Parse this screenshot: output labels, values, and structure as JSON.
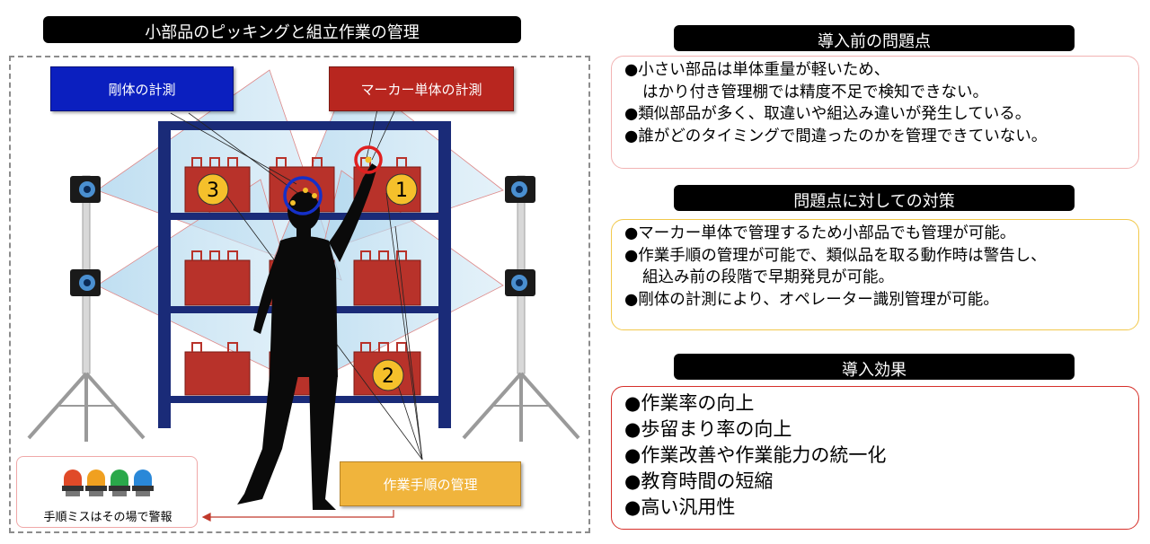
{
  "diagram": {
    "title": "小部品のピッキングと組立作業の管理",
    "rigid_body_label": "剛体の計測",
    "single_marker_label": "マーカー単体の計測",
    "procedure_label": "作業手順の管理",
    "alarm_label": "手順ミスはその場で警報",
    "badges": [
      "1",
      "2",
      "3"
    ],
    "colors": {
      "navy": "#1a2b78",
      "blue_callout": "#0b1fbf",
      "red_callout": "#b8261f",
      "orange_callout": "#f0b43c",
      "bin": "#b8322a",
      "badge": "#f5c02b",
      "alert_red": "#e02020",
      "alert_blue": "#1530c8"
    }
  },
  "problems": {
    "title": "導入前の問題点",
    "lines": [
      "●小さい部品は単体重量が軽いため、",
      "はかり付き管理棚では精度不足で検知できない。",
      "●類似部品が多く、取違いや組込み違いが発生している。",
      "●誰がどのタイミングで間違ったのかを管理できていない。"
    ],
    "border_color": "#f2b3b3"
  },
  "countermeasures": {
    "title": "問題点に対しての対策",
    "lines": [
      "●マーカー単体で管理するため小部品でも管理が可能。",
      "●作業手順の管理が可能で、類似品を取る動作時は警告し、",
      "組込み前の段階で早期発見が可能。",
      "●剛体の計測により、オペレーター識別管理が可能。"
    ],
    "border_color": "#f2c94c"
  },
  "effects": {
    "title": "導入効果",
    "lines": [
      "●作業率の向上",
      "●歩留まり率の向上",
      "●作業改善や作業能力の統一化",
      "●教育時間の短縮",
      "●高い汎用性"
    ],
    "border_color": "#d6302a"
  }
}
